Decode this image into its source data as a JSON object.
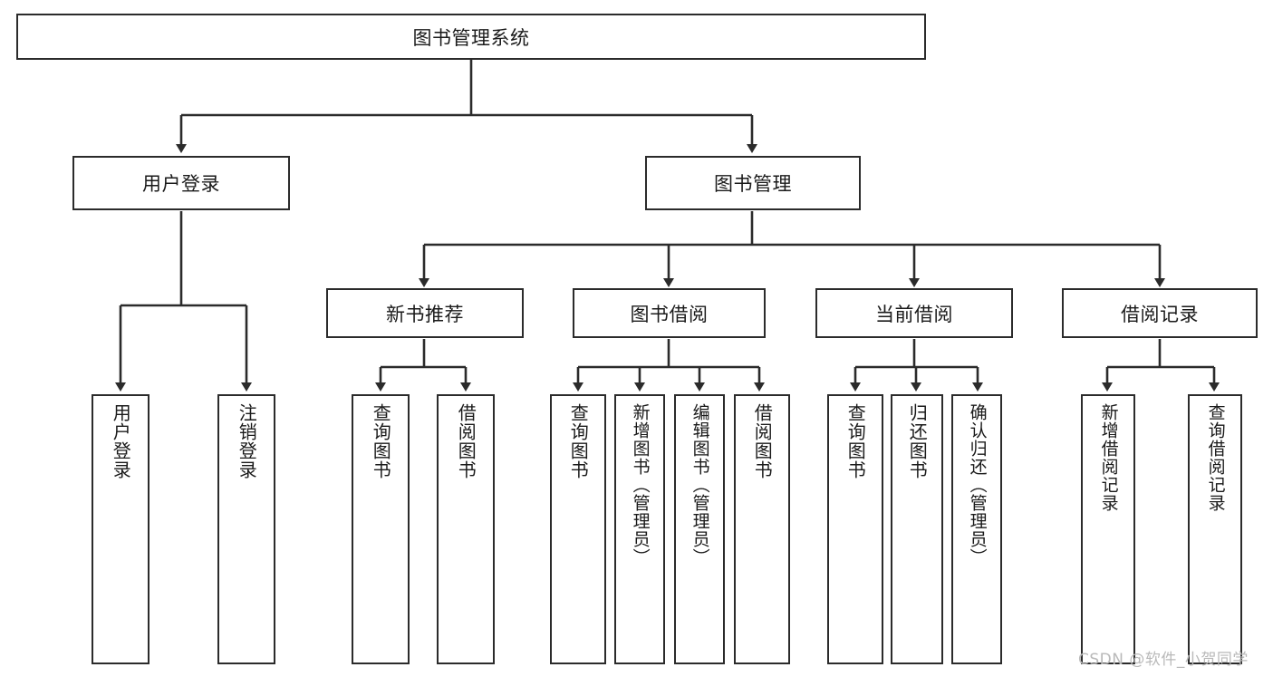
{
  "diagram": {
    "type": "tree-hierarchy",
    "title": "图书管理系统",
    "style": {
      "background": "#ffffff",
      "node_border": "#2b2b2b",
      "node_fill": "#ffffff",
      "edge_color": "#2b2b2b",
      "text_color": "#1a1a1a",
      "watermark_color": "#b9b9b9"
    },
    "root": {
      "label": "图书管理系统"
    },
    "level2": [
      {
        "label": "用户登录"
      },
      {
        "label": "图书管理"
      }
    ],
    "level3": [
      {
        "label": "新书推荐"
      },
      {
        "label": "图书借阅"
      },
      {
        "label": "当前借阅"
      },
      {
        "label": "借阅记录"
      }
    ],
    "leaves": {
      "user_login": [
        {
          "label": "用户登录"
        },
        {
          "label": "注销登录"
        }
      ],
      "new_book_recommend": [
        {
          "label": "查询图书"
        },
        {
          "label": "借阅图书"
        }
      ],
      "book_borrow": [
        {
          "label": "查询图书"
        },
        {
          "label": "新增图书（管理员）"
        },
        {
          "label": "编辑图书（管理员）"
        },
        {
          "label": "借阅图书"
        }
      ],
      "current_borrow": [
        {
          "label": "查询图书"
        },
        {
          "label": "归还图书"
        },
        {
          "label": "确认归还（管理员）"
        }
      ],
      "borrow_records": [
        {
          "label": "新增借阅记录"
        },
        {
          "label": "查询借阅记录"
        }
      ]
    }
  },
  "watermark": {
    "text": "CSDN @软件_小贺同学"
  }
}
